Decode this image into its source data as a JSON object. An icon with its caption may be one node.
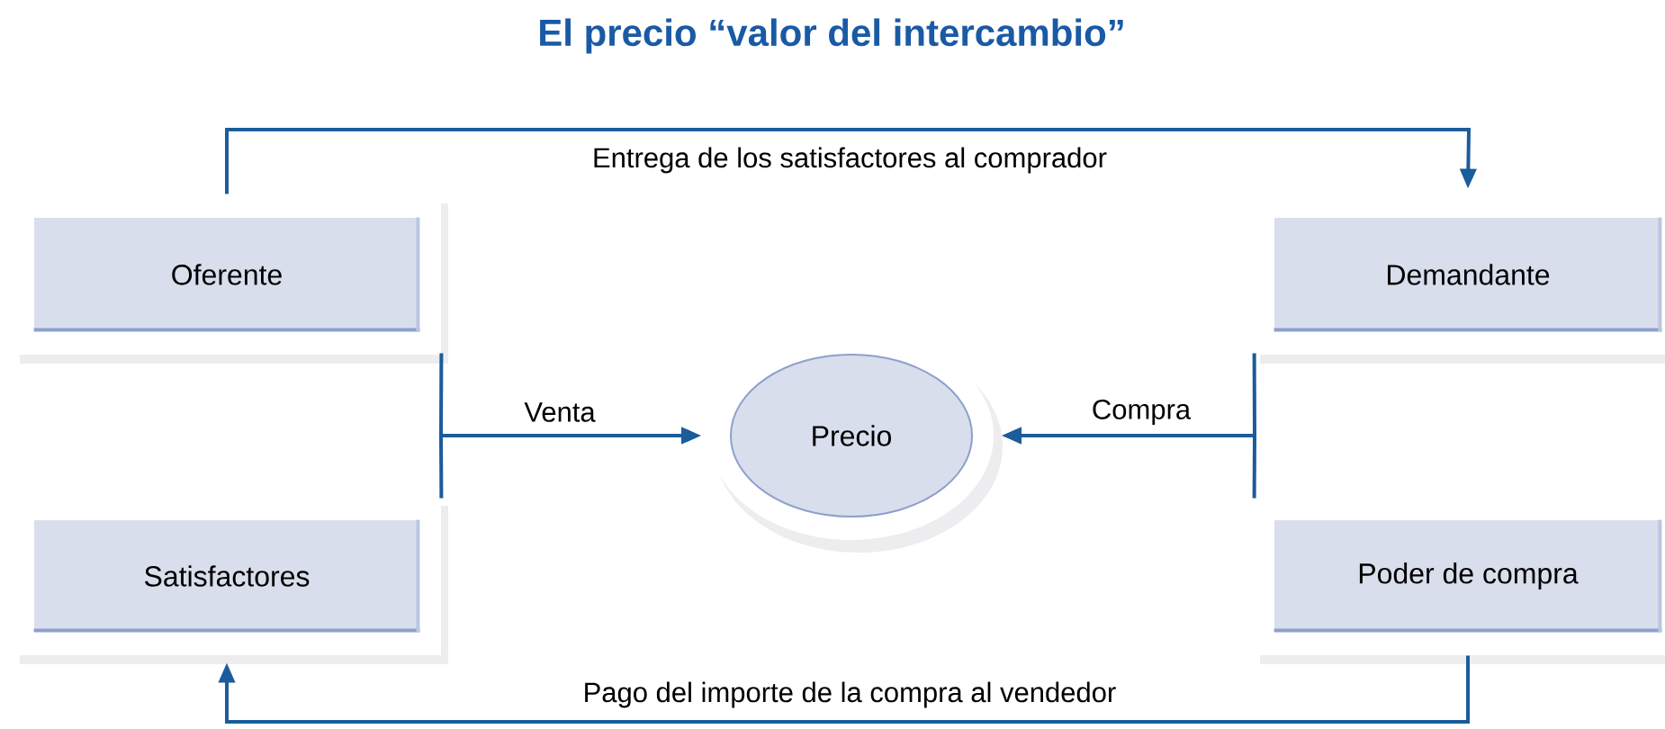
{
  "diagram": {
    "title": "El precio “valor del intercambio”",
    "nodes": [
      {
        "text": [
          "Oferente"
        ]
      },
      {
        "text": [
          "Satisfactores"
        ]
      },
      {
        "text": [
          "Precio"
        ]
      },
      {
        "text": [
          "Demandante"
        ]
      },
      {
        "text": [
          "Poder de compra"
        ]
      }
    ],
    "edges": [
      {
        "from": 0,
        "to": 3,
        "arrow": "to",
        "label": "Entrega de los satisfactores al comprador"
      },
      {
        "from": 4,
        "to": 1,
        "arrow": "to",
        "label": "Pago del importe de la compra al vendedor"
      },
      {
        "from": 0,
        "to": 2,
        "arrow": "to",
        "label": "Venta"
      },
      {
        "from": 1,
        "to": 2,
        "arrow": "to"
      },
      {
        "from": 3,
        "to": 2,
        "arrow": "to",
        "label": "Compra"
      },
      {
        "from": 4,
        "to": 2,
        "arrow": "to"
      }
    ]
  }
}
